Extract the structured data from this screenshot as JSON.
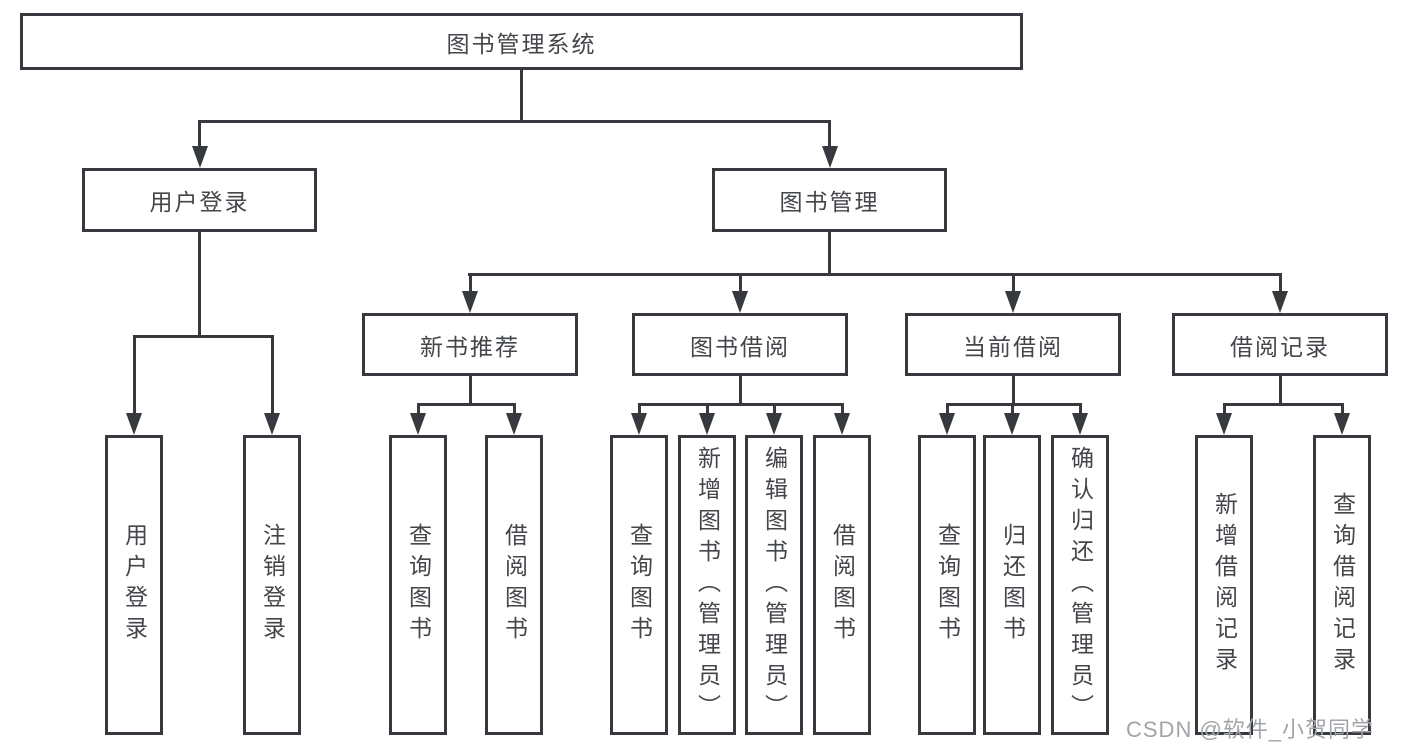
{
  "diagram": {
    "tree": {
      "label": "图书管理系统",
      "children": [
        {
          "label": "用户登录",
          "children": [
            {
              "label": "用户登录"
            },
            {
              "label": "注销登录"
            }
          ]
        },
        {
          "label": "图书管理",
          "children": [
            {
              "label": "新书推荐",
              "children": [
                {
                  "label": "查询图书"
                },
                {
                  "label": "借阅图书"
                }
              ]
            },
            {
              "label": "图书借阅",
              "children": [
                {
                  "label": "查询图书"
                },
                {
                  "label": "新增图书（管理员）"
                },
                {
                  "label": "编辑图书（管理员）"
                },
                {
                  "label": "借阅图书"
                }
              ]
            },
            {
              "label": "当前借阅",
              "children": [
                {
                  "label": "查询图书"
                },
                {
                  "label": "归还图书"
                },
                {
                  "label": "确认归还（管理员）"
                }
              ]
            },
            {
              "label": "借阅记录",
              "children": [
                {
                  "label": "新增借阅记录"
                },
                {
                  "label": "查询借阅记录"
                }
              ]
            }
          ]
        }
      ]
    },
    "watermark": "CSDN @软件_小贺同学",
    "colors": {
      "line": "#36393d",
      "text": "#43464a",
      "watermark": "#a1a4a8",
      "background": "#ffffff"
    }
  }
}
